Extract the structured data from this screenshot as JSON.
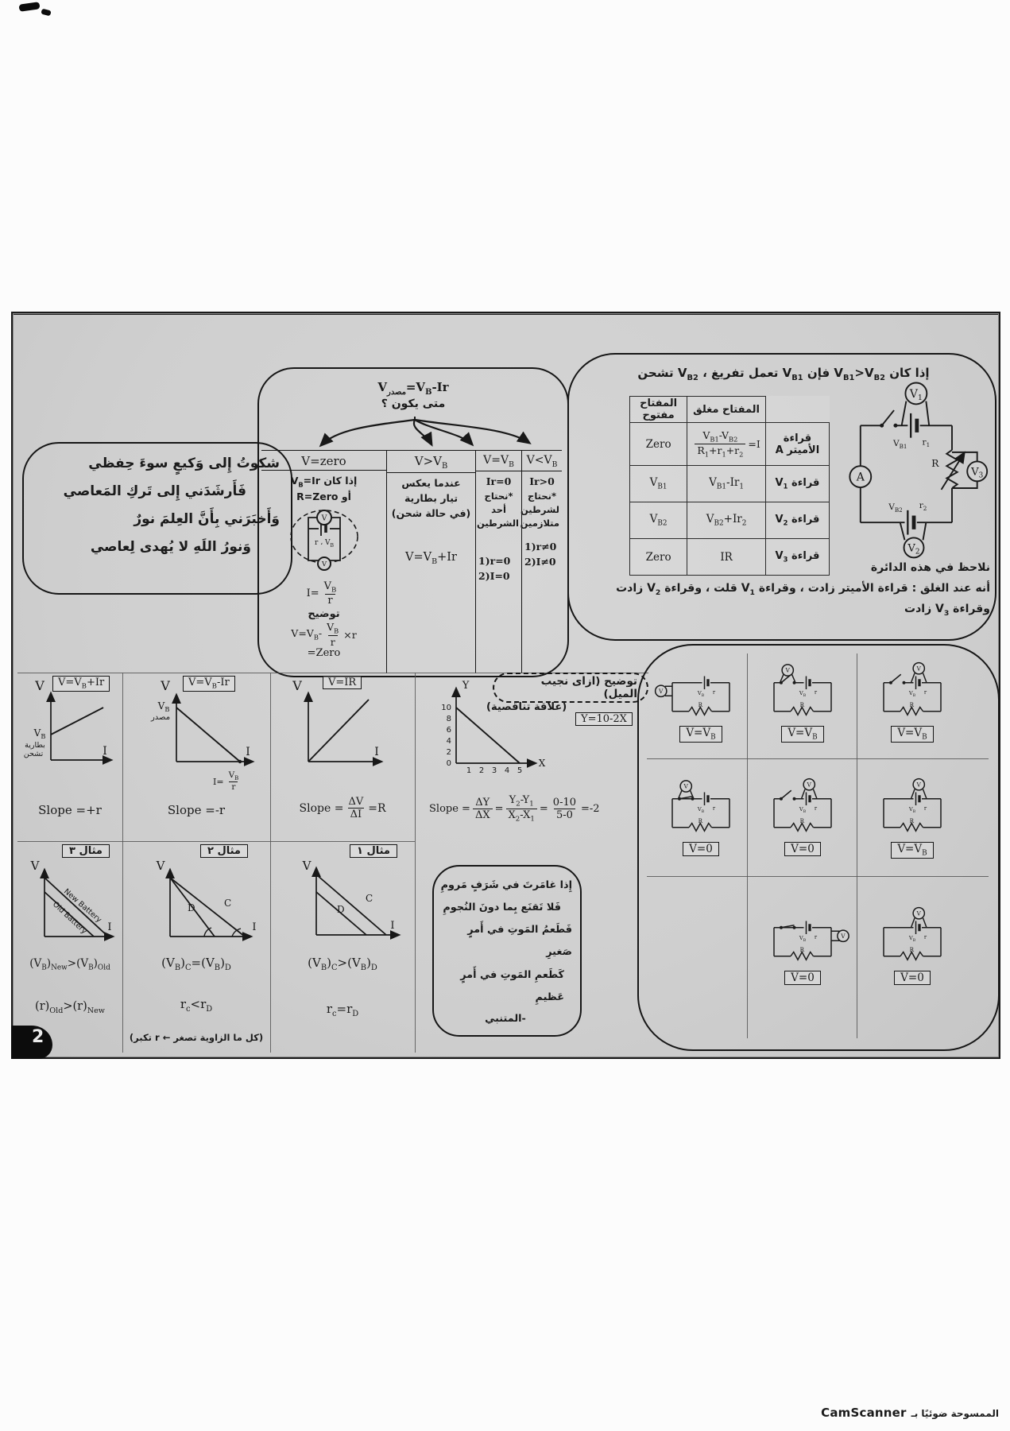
{
  "page": {
    "page_number": "2",
    "footer_ar": "الممسوحة ضوئيًا بـ",
    "footer_brand": "CamScanner"
  },
  "sym": {
    "V": "V",
    "B": "B",
    "I": "I",
    "r": "r",
    "R": "R",
    "A": "A",
    "C": "C",
    "D": "D",
    "X": "X",
    "Y": "Y"
  },
  "poem_wakee": {
    "lines": [
      "شكوتُ إِلى وَكيعٍ سوءَ حِفظي",
      "فَأَرشَدَني إِلى تَركِ المَعاصي",
      "وَأَخبَرَني بِأَنَّ العِلمَ نورٌ",
      "وَنورُ اللَهِ لا يُهدى لِعاصي"
    ]
  },
  "when_table": {
    "formula": "V_{مصدر}=V_{B}-Ir",
    "question": "متى يكون ؟",
    "columns": [
      {
        "header": "V=zero",
        "lines": [
          "إذا كان  V_{B}=Ir",
          "أو  R=Zero"
        ],
        "mini_labels": {
          "top": "V",
          "mid": "r ، V_{B}",
          "bottom": "V"
        },
        "current": {
          "pre": "I=",
          "num": "V_{B}",
          "den": "r"
        },
        "note": "توضيح",
        "expl": {
          "pre": "V=V_{B}-",
          "num": "V_{B}",
          "den": "r",
          "post": "×r",
          "result": "=Zero"
        }
      },
      {
        "header": "V>V_{B}",
        "lines": [
          "عندما يعكس",
          "تيار بطارية",
          "(في حالة شحن)"
        ],
        "formula": "V=V_{B}+Ir"
      },
      {
        "header": "V=V_{B}",
        "lines": [
          "Ir=0",
          "*نحتاج أحد",
          "الشرطين"
        ],
        "cases": [
          "1)r=0",
          "2)I=0"
        ]
      },
      {
        "header": "V<V_{B}",
        "lines": [
          "Ir>0",
          "*نحتاج",
          "لشرطين",
          "متلازمين"
        ],
        "cases": [
          "1)r≠0",
          "2)I≠0"
        ]
      }
    ]
  },
  "two_battery": {
    "title": "إذا كان V_{B1}>V_{B2} فإن V_{B1} تعمل تفريغ ، V_{B2} تشحن",
    "table": {
      "col_closed": "المفتاح مغلق",
      "col_open": "المفتاح مفتوح",
      "rows": [
        {
          "label": "قراءة الأميتر A",
          "closed_pre": "I=",
          "closed_num": "V_{B1}-V_{B2}",
          "closed_den": "R_{1}+r_{1}+r_{2}",
          "closed": "",
          "open": "Zero"
        },
        {
          "label": "قراءة V_{1}",
          "closed": "V_{B1}-Ir_{1}",
          "open": "V_{B1}"
        },
        {
          "label": "قراءة V_{2}",
          "closed": "V_{B2}+Ir_{2}",
          "open": "V_{B2}"
        },
        {
          "label": "قراءة V_{3}",
          "closed": "IR",
          "open": "Zero"
        }
      ]
    },
    "circuit_labels": {
      "v1": "V_{1}",
      "vb1": "V_{B1}",
      "r1": "r_{1}",
      "ammeter": "A",
      "resistor": "R",
      "v3": "V_{3}",
      "vb2": "V_{B2}",
      "r2": "r_{2}",
      "v2": "V_{2}"
    },
    "notes": [
      "نلاحظ في هذه الدائرة",
      "أنه عند الغلق : قراءة الأميتر زادت ، وقراءة V_{1} قلت ، وقراءة V_{2} زادت",
      "وقراءة V_{3} زادت"
    ]
  },
  "graphs": {
    "g1": {
      "eq": "V=V_{B}+Ir",
      "y_axis": "V",
      "x_axis": "I",
      "intercept": "V_{B}",
      "side_note": [
        "بطارية",
        "تشحن"
      ],
      "slope": "Slope =+r"
    },
    "g2": {
      "eq": "V=V_{B}-Ir",
      "y_axis": "V",
      "x_axis": "I",
      "intercept": "V_{B}",
      "intercept_note": "مصدر",
      "x_intercept": {
        "pre": "I=",
        "num": "V_{B}",
        "den": "r"
      },
      "slope": "Slope =-r"
    },
    "g3": {
      "eq": "V=IR",
      "y_axis": "V",
      "x_axis": "I",
      "slope": {
        "pre": "Slope =",
        "num": "ΔV",
        "den": "ΔI",
        "post": "=R"
      }
    },
    "g4": {
      "bubble": "توضيح (ازاى نجيب الميل)",
      "eq_box": "Y=10-2X",
      "relation_note": "(علاقة تناقصية)",
      "y_axis": "Y",
      "x_axis": "X",
      "y_ticks": [
        10,
        8,
        6,
        4,
        2,
        0
      ],
      "x_ticks": [
        1,
        2,
        3,
        4,
        5
      ],
      "line": {
        "from": [
          0,
          10
        ],
        "to": [
          5,
          0
        ]
      },
      "slope": {
        "pre": "Slope =",
        "f1n": "ΔY",
        "f1d": "ΔX",
        "eq1": "=",
        "f2n": "Y_{2}-Y_{1}",
        "f2d": "X_{2}-X_{1}",
        "eq2": "=",
        "f3n": "0-10",
        "f3d": "5-0",
        "result": "=-2"
      }
    }
  },
  "examples": {
    "e3": {
      "title": "مثال ٣",
      "y_axis": "V",
      "x_axis": "I",
      "line_labels": [
        "New Battery",
        "Old Battery"
      ],
      "rel1": "(V_{B})_{New}>(V_{B})_{Old}",
      "rel2": "(r)_{Old}>(r)_{New}"
    },
    "e2": {
      "title": "مثال ٢",
      "y_axis": "V",
      "x_axis": "I",
      "line_labels": [
        "C",
        "D"
      ],
      "rel1": "(V_{B})_{C}=(V_{B})_{D}",
      "rel2": "r_{c}<r_{D}",
      "note": "(كل ما الزاوية تصغر ← r تكبر)"
    },
    "e1": {
      "title": "مثال ١",
      "y_axis": "V",
      "x_axis": "I",
      "line_labels": [
        "C",
        "D"
      ],
      "rel1": "(V_{B})_{C}>(V_{B})_{D}",
      "rel2": "r_{c}=r_{D}"
    }
  },
  "poem_mutanabbi": {
    "lines": [
      "إِذا غامَرتَ في شَرَفٍ مَرومِ",
      "فَلا تَقنَع بِما دونَ النُجومِ",
      "فَطَعمُ المَوتِ في أَمرٍ صَغيرِ",
      "كَطَعمِ المَوتِ في أَمرٍ عَظيمِ"
    ],
    "attribution": "-المتنبي"
  },
  "circuit_grid": {
    "labels": {
      "vb": "V_{B}",
      "r": "r",
      "R": "R",
      "V": "V"
    },
    "cells": [
      {
        "caption": "V=V_{B}",
        "switch": "none",
        "voltmeter": "left"
      },
      {
        "caption": "V=V_{B}",
        "switch": "open",
        "voltmeter": "top-left"
      },
      {
        "caption": "V=V_{B}",
        "switch": "open",
        "voltmeter": "top-right"
      },
      {
        "caption": "V=0",
        "switch": "closed",
        "voltmeter": "top-left"
      },
      {
        "caption": "V=0",
        "switch": "open",
        "voltmeter": "top-right"
      },
      {
        "caption": "V=V_{B}",
        "switch": "none",
        "voltmeter": "top-right"
      },
      {
        "caption": "V=0",
        "switch": "closed",
        "voltmeter": "right"
      },
      {
        "caption": "V=0",
        "switch": "none",
        "voltmeter": "top-right"
      }
    ]
  }
}
